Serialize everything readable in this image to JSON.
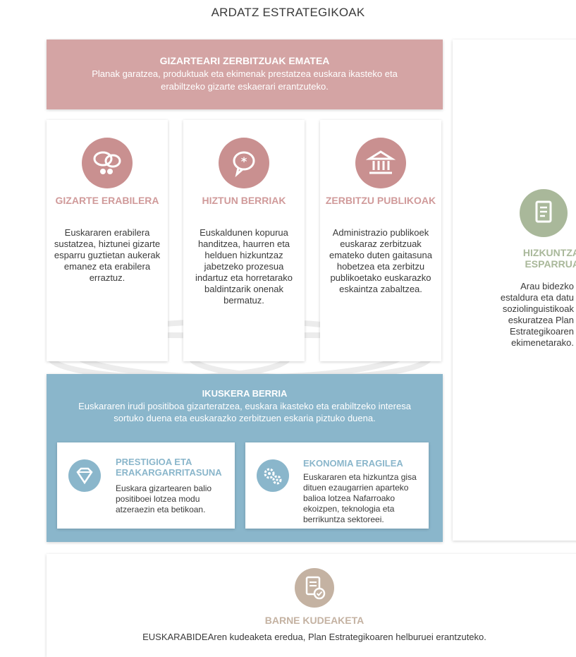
{
  "page": {
    "title": "ARDATZ ESTRATEGIKOAK"
  },
  "top_banner": {
    "title": "GIZARTEARI ZERBITZUAK EMATEA",
    "description": "Planak garatzea, produktuak eta ekimenak prestatzea euskara ikasteko eta erabiltzeko gizarte eskaerari erantzuteko."
  },
  "cards": [
    {
      "icon": "speech-bubbles-icon",
      "title": "GIZARTE ERABILERA",
      "description": "Euskararen erabilera sustatzea, hiztunei gizarte esparru guztietan aukerak emanez eta erabilera erraztuz."
    },
    {
      "icon": "speech-bubble-star-icon",
      "title": "HIZTUN BERRIAK",
      "description": "Euskaldunen kopurua handitzea, haurren eta helduen hizkuntzaz jabetzeko prozesua indartuz eta horretarako baldintzarik onenak bermatuz."
    },
    {
      "icon": "public-building-icon",
      "title": "ZERBITZU PUBLIKOAK",
      "description": "Administrazio publikoek euskaraz zerbitzuak emateko duten gaitasuna hobetzea eta zerbitzu publikoetako euskarazko eskaintza zabaltzea."
    }
  ],
  "right_panel": {
    "icon": "document-icon",
    "title": "HIZKUNTZA ESPARRUA",
    "description": "Arau bidezko estaldura eta datu soziolinguistikoak eskuratzea Plan Estrategikoaren ekimenetarako."
  },
  "blue_panel": {
    "title": "IKUSKERA BERRIA",
    "description": "Euskararen irudi positiboa gizarteratzea, euskara ikasteko eta erabiltzeko interesa sortuko duena eta euskarazko zerbitzuen eskaria piztuko duena.",
    "sub_boxes": [
      {
        "icon": "diamond-icon",
        "title": "PRESTIGIOA ETA ERAKARGARRITASUNA",
        "description": "Euskara gizartearen balio positiboei lotzea modu atzeraezin eta betikoan."
      },
      {
        "icon": "gears-icon",
        "title": "EKONOMIA ERAGILEA",
        "description": "Euskararen eta hizkuntza gisa dituen ezaugarrien aparteko balioa lotzea Nafarroako ekoizpen, teknologia eta berrikuntza sektoreei."
      }
    ]
  },
  "bottom_panel": {
    "icon": "checklist-badge-icon",
    "title": "BARNE KUDEAKETA",
    "description": "EUSKARABIDEAren kudeaketa eredua, Plan Estrategikoaren helburuei erantzuteko."
  },
  "colors": {
    "rose": "#d4a4a4",
    "rose_icon": "#c99090",
    "blue": "#8ab6cb",
    "sage": "#a9b89a",
    "taupe": "#c4b2a2",
    "text": "#3a3a3a"
  }
}
